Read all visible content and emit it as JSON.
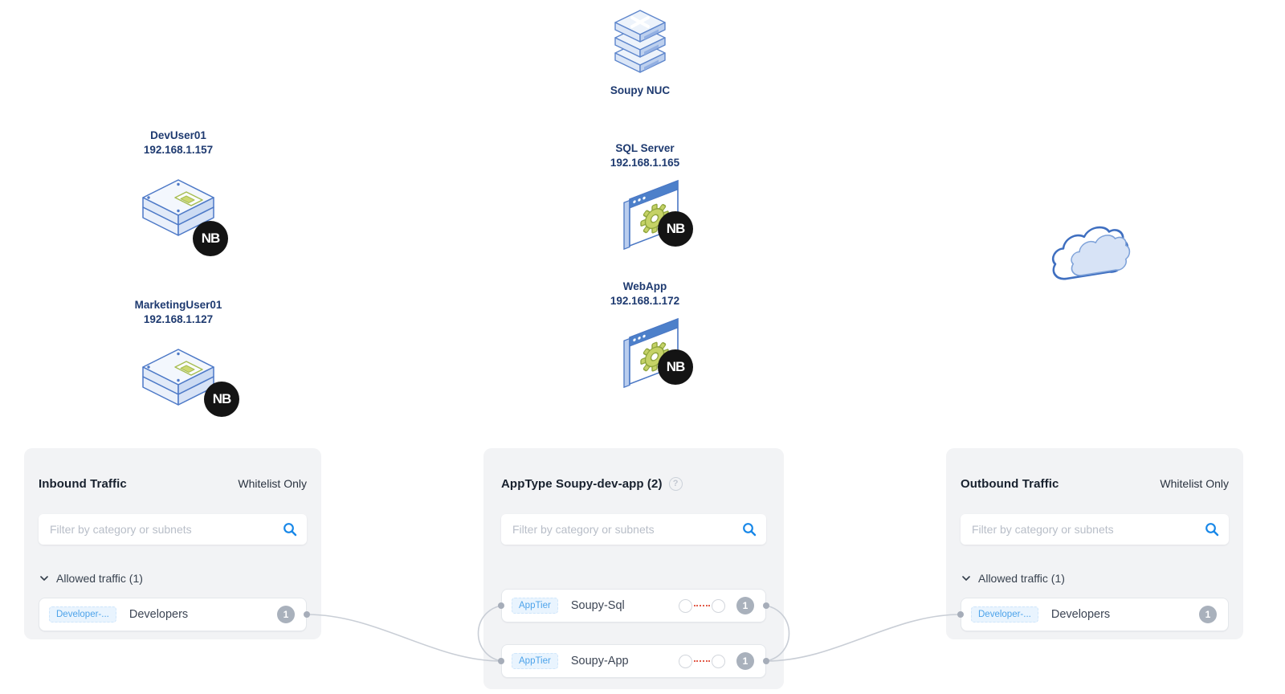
{
  "window": {
    "background": "#ffffff"
  },
  "icons": {
    "search": "search-icon",
    "chevron": "chevron-down-icon",
    "help_glyph": "?",
    "nb_logo": "NB"
  },
  "nodes": {
    "soupy_nuc": {
      "label": "Soupy NUC"
    },
    "devuser01": {
      "name": "DevUser01",
      "ip": "192.168.1.157"
    },
    "marketinguser01": {
      "name": "MarketingUser01",
      "ip": "192.168.1.127"
    },
    "sql_server": {
      "name": "SQL Server",
      "ip": "192.168.1.165"
    },
    "webapp": {
      "name": "WebApp",
      "ip": "192.168.1.172"
    }
  },
  "panels": {
    "inbound": {
      "title": "Inbound Traffic",
      "mode": "Whitelist Only",
      "filter_placeholder": "Filter by category or subnets",
      "section_label": "Allowed traffic (1)",
      "rows": [
        {
          "tag": "Developer-...",
          "name": "Developers",
          "count": "1"
        }
      ]
    },
    "apptype": {
      "title": "AppType Soupy-dev-app (2)",
      "help": "?",
      "filter_placeholder": "Filter by category or subnets",
      "rows": [
        {
          "tag": "AppTier",
          "name": "Soupy-Sql",
          "count": "1"
        },
        {
          "tag": "AppTier",
          "name": "Soupy-App",
          "count": "1"
        }
      ]
    },
    "outbound": {
      "title": "Outbound Traffic",
      "mode": "Whitelist Only",
      "filter_placeholder": "Filter by category or subnets",
      "section_label": "Allowed traffic (1)",
      "rows": [
        {
          "tag": "Developer-...",
          "name": "Developers",
          "count": "1"
        }
      ]
    }
  },
  "colors": {
    "accent_blue": "#1787e8",
    "node_label": "#1e3a70",
    "panel_bg": "#f2f3f5",
    "tag_bg": "#e9f4fe",
    "tag_text": "#4da3ea",
    "count_bg": "#a9b1bc",
    "denied_red": "#e25c4a",
    "connector": "#c9ced6"
  }
}
